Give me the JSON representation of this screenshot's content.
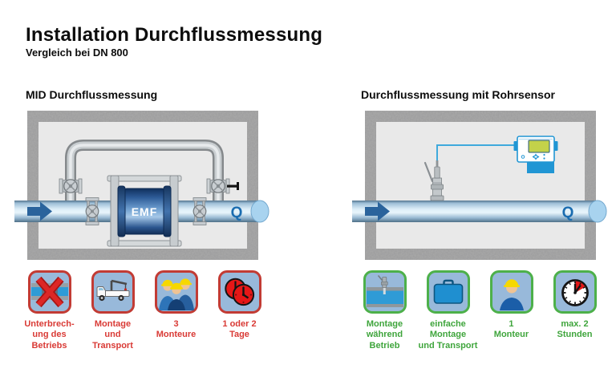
{
  "header": {
    "title": "Installation Durchflussmessung",
    "subtitle": "Vergleich bei DN 800"
  },
  "panels": {
    "left": {
      "header": "MID Durchflussmessung",
      "meter_label": "EMF",
      "flow_label": "Q",
      "items": [
        {
          "icon": "interrupted-pipe-icon",
          "label": "Unterbrech-\nung des\nBetriebs"
        },
        {
          "icon": "crane-truck-icon",
          "label": "Montage\nund\nTransport"
        },
        {
          "icon": "three-workers-icon",
          "label": "3\nMonteure"
        },
        {
          "icon": "two-clocks-icon",
          "label": "1 oder 2\nTage"
        }
      ]
    },
    "right": {
      "header": "Durchflussmessung mit Rohrsensor",
      "flow_label": "Q",
      "items": [
        {
          "icon": "insertion-sensor-icon",
          "label": "Montage\nwährend\nBetrieb"
        },
        {
          "icon": "transport-case-icon",
          "label": "einfache\nMontage\nund Transport"
        },
        {
          "icon": "one-worker-icon",
          "label": "1\nMonteur"
        },
        {
          "icon": "two-hours-clock-icon",
          "label": "max. 2\nStunden"
        }
      ]
    }
  },
  "colors": {
    "negative_accent": "#c23b34",
    "negative_text": "#d93a35",
    "positive_accent": "#4db04a",
    "positive_text": "#3fa53c",
    "icon_background": "#98b9da",
    "concrete_wall": "#a7a7a7",
    "wall_interior": "#e9e9e9",
    "pipe_highlight": "#e9f5fb",
    "flow_arrow": "#2a639c",
    "flow_label": "#1a6cb0",
    "meter_body": "#2e5c98",
    "signal_cable": "#3fa9dc",
    "transmitter_blue": "#2196d4",
    "transmitter_screen": "#c3d24a"
  }
}
